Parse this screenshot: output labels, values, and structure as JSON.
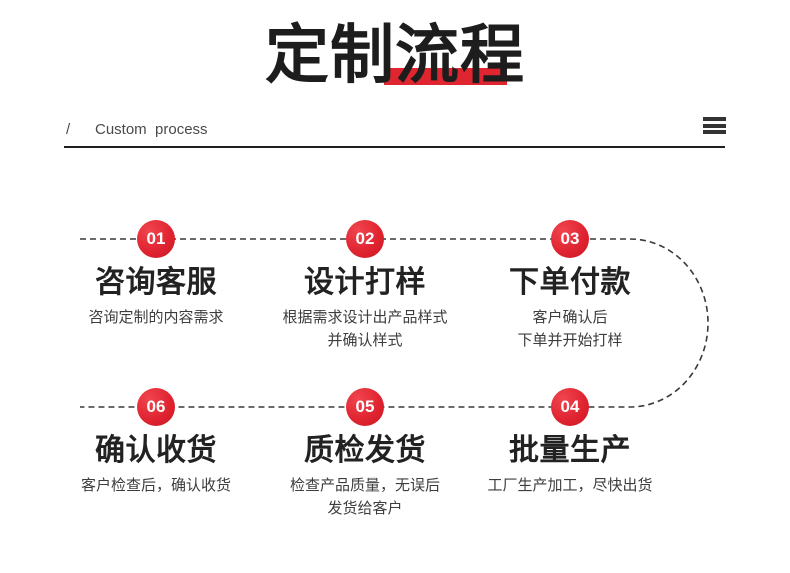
{
  "header": {
    "title": "定制流程",
    "slash": "/",
    "subtitle": "Custom  process"
  },
  "colors": {
    "accent_red": "#df2630",
    "title_black": "#1d1d1d",
    "line_dark": "#3a3a3a"
  },
  "icons": {
    "menu": "hamburger-icon"
  },
  "flow": {
    "steps": [
      {
        "number": "01",
        "title": "咨询客服",
        "desc1": "咨询定制的内容需求"
      },
      {
        "number": "02",
        "title": "设计打样",
        "desc1": "根据需求设计出产品样式",
        "desc2": "并确认样式"
      },
      {
        "number": "03",
        "title": "下单付款",
        "desc1": "客户确认后",
        "desc2": "下单并开始打样"
      },
      {
        "number": "04",
        "title": "批量生产",
        "desc1": "工厂生产加工，尽快出货"
      },
      {
        "number": "05",
        "title": "质检发货",
        "desc1": "检查产品质量，无误后",
        "desc2": "发货给客户"
      },
      {
        "number": "06",
        "title": "确认收货",
        "desc1": "客户检查后，确认收货"
      }
    ]
  }
}
